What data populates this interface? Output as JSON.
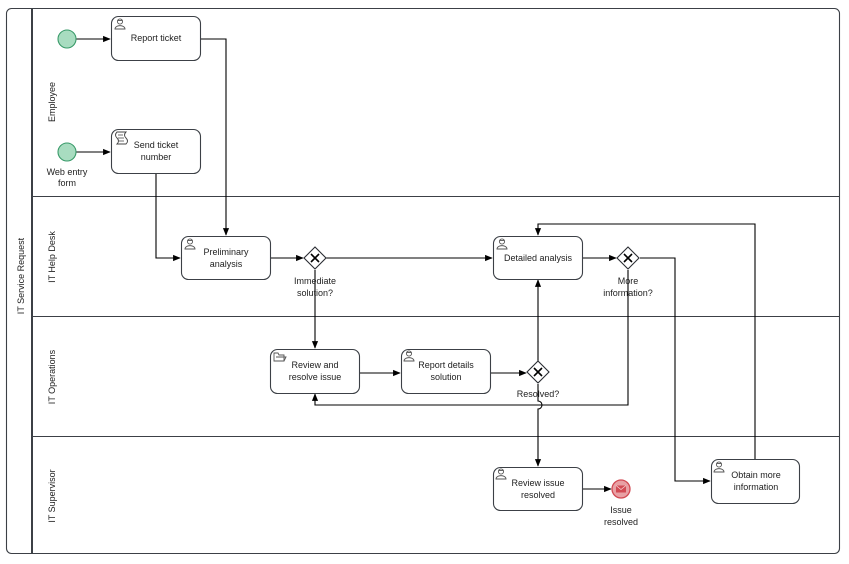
{
  "pool": {
    "label": "IT Service Request"
  },
  "lanes": [
    {
      "id": "employee",
      "label": "Employee"
    },
    {
      "id": "help-desk",
      "label": "IT Help Desk"
    },
    {
      "id": "operations",
      "label": "IT Operations"
    },
    {
      "id": "supervisor",
      "label": "IT Supervisor"
    }
  ],
  "events": {
    "start_1": {
      "label": ""
    },
    "start_2": {
      "label_line1": "Web entry",
      "label_line2": "form"
    },
    "end": {
      "label_line1": "Issue",
      "label_line2": "resolved",
      "color": "#e8a0a4",
      "stroke": "#d24a53"
    }
  },
  "start_event_color": "#a8dcc0",
  "start_event_stroke": "#3a9b6a",
  "tasks": {
    "report_ticket": {
      "line1": "Report ticket",
      "line2": "",
      "icon": "user-task-icon"
    },
    "send_ticket": {
      "line1": "Send ticket",
      "line2": "number",
      "icon": "script-task-icon"
    },
    "preliminary": {
      "line1": "Preliminary",
      "line2": "analysis",
      "icon": "user-task-icon"
    },
    "detailed": {
      "line1": "Detailed analysis",
      "line2": "",
      "icon": "user-task-icon"
    },
    "review_resolve": {
      "line1": "Review and",
      "line2": "resolve issue",
      "icon": "manual-task-icon"
    },
    "report_details": {
      "line1": "Report details",
      "line2": "solution",
      "icon": "user-task-icon"
    },
    "review_resolved": {
      "line1": "Review issue",
      "line2": "resolved",
      "icon": "user-task-icon"
    },
    "obtain_info": {
      "line1": "Obtain more",
      "line2": "information",
      "icon": "user-task-icon"
    }
  },
  "gateways": {
    "immediate": {
      "line1": "Immediate",
      "line2": "solution?"
    },
    "more_info": {
      "line1": "More",
      "line2": "information?"
    },
    "resolved": {
      "line1": "Resolved?",
      "line2": ""
    }
  }
}
